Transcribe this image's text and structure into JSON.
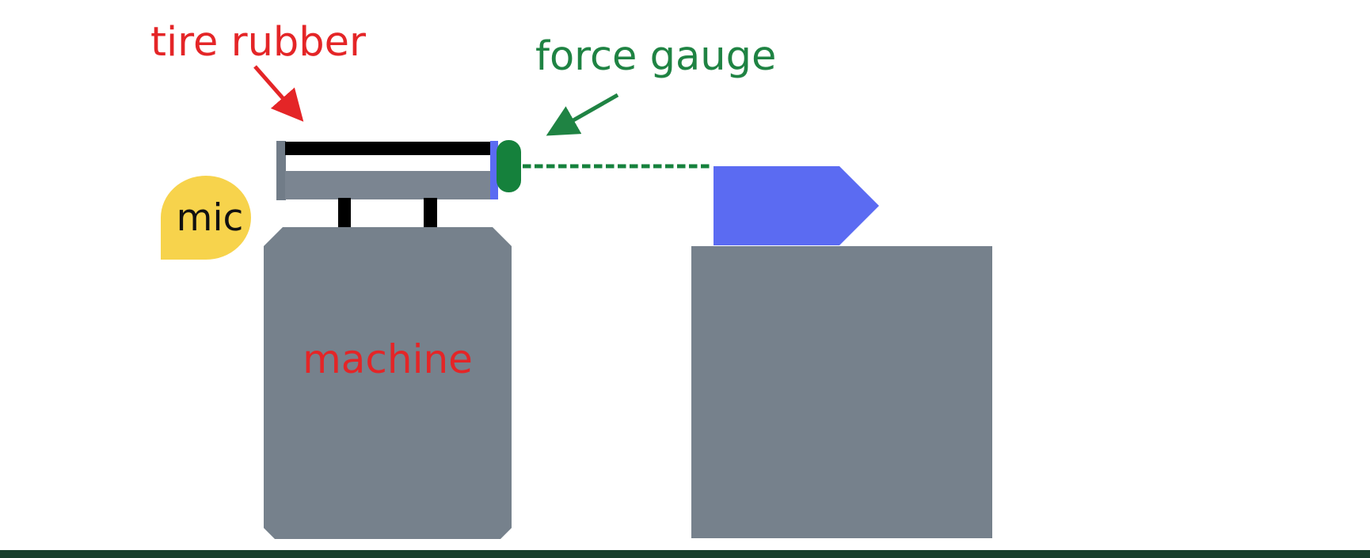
{
  "diagram": {
    "labels": {
      "tire_rubber": "tire rubber",
      "force_gauge": "force gauge",
      "mic": "mic",
      "machine": "machine"
    },
    "colors": {
      "label_red": "#e42527",
      "label_green": "#1f8343",
      "gauge_green": "#15813c",
      "connector_green": "#15813c",
      "machine_gray": "#76818c",
      "cap_gray": "#717c88",
      "bar_gray": "#7b8591",
      "accent_blue": "#5b6bf2",
      "mic_yellow": "#f7d34c",
      "rubber_black": "#000000",
      "footer_green": "#17402d",
      "background": "#ffffff"
    }
  }
}
